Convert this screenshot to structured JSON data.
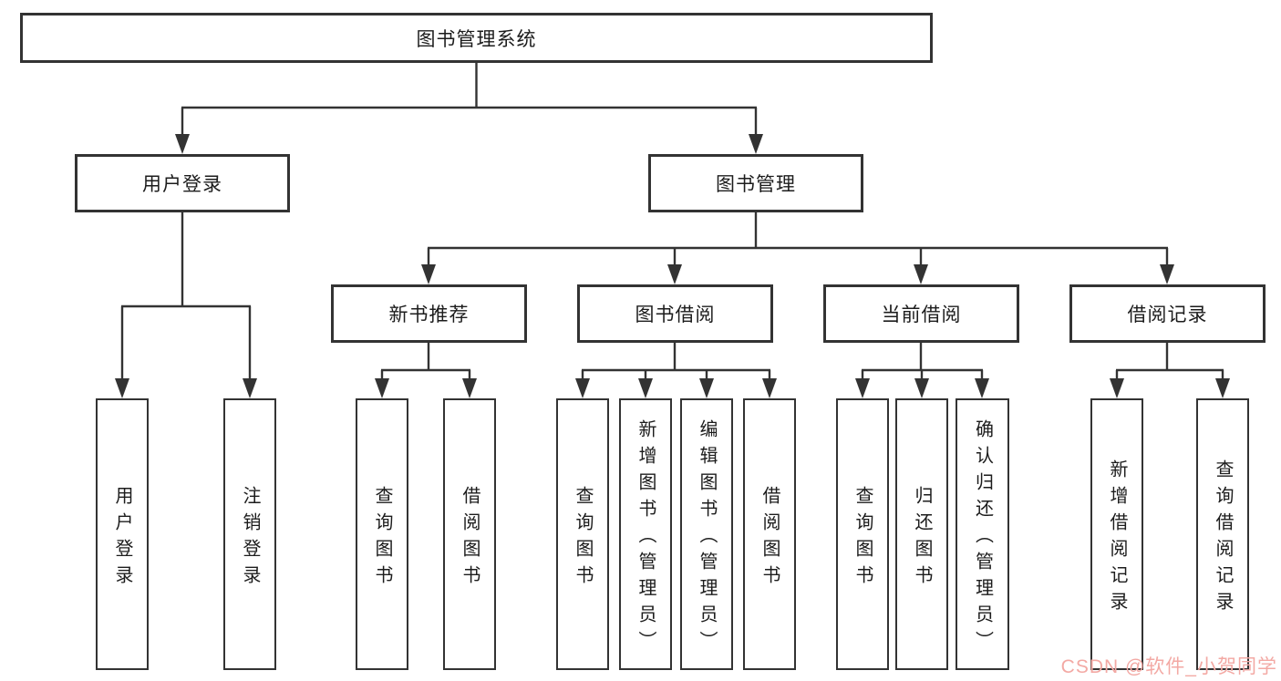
{
  "tree": {
    "root": "图书管理系统",
    "branches": [
      {
        "label": "用户登录",
        "children": [
          "用户登录",
          "注销登录"
        ]
      },
      {
        "label": "图书管理",
        "groups": [
          {
            "label": "新书推荐",
            "children": [
              "查询图书",
              "借阅图书"
            ]
          },
          {
            "label": "图书借阅",
            "children": [
              "查询图书",
              "新增图书（管理员）",
              "编辑图书（管理员）",
              "借阅图书"
            ]
          },
          {
            "label": "当前借阅",
            "children": [
              "查询图书",
              "归还图书",
              "确认归还（管理员）"
            ]
          },
          {
            "label": "借阅记录",
            "children": [
              "新增借阅记录",
              "查询借阅记录"
            ]
          }
        ]
      }
    ]
  },
  "watermark": {
    "text": "CSDN @软件_小贺同学",
    "color": "#f3a9a4"
  },
  "colors": {
    "line": "#333333",
    "border": "#333333",
    "text": "#1c1c1c",
    "background": "#ffffff"
  }
}
